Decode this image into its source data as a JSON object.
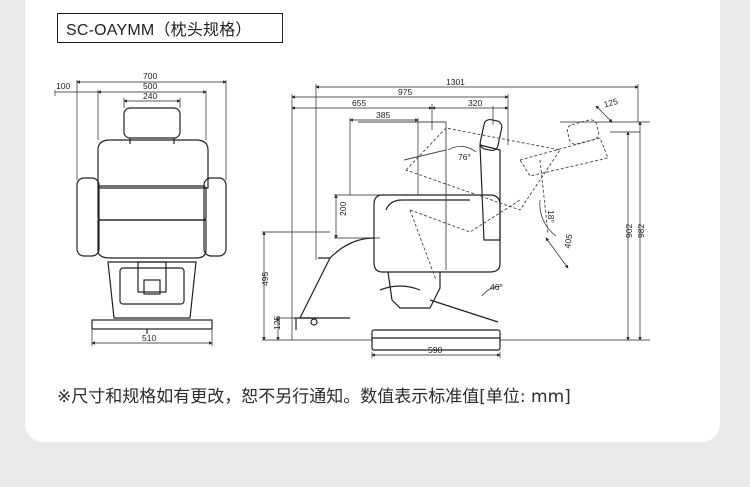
{
  "title": "SC-OAYMM（枕头规格）",
  "note": "※尺寸和规格如有更改，恕不另行通知。数值表示标准值[单位: mm]",
  "front_view": {
    "width_overall": "700",
    "width_armrest": "500",
    "width_headrest": "240",
    "offset_left": "100",
    "base_width": "510"
  },
  "side_view": {
    "length_reclined": "1301",
    "length_upright": "975",
    "seat_front": "655",
    "seat_back": "320",
    "headrest_len": "125",
    "seat_depth": "385",
    "seat_height": "200",
    "back_angle": "76°",
    "recline_angle": "18°",
    "arm_len": "405",
    "height_upright": "902",
    "height_max": "982",
    "seat_floor": "495",
    "footrest": "125",
    "base_width": "590",
    "pedal_angle": "46°"
  }
}
